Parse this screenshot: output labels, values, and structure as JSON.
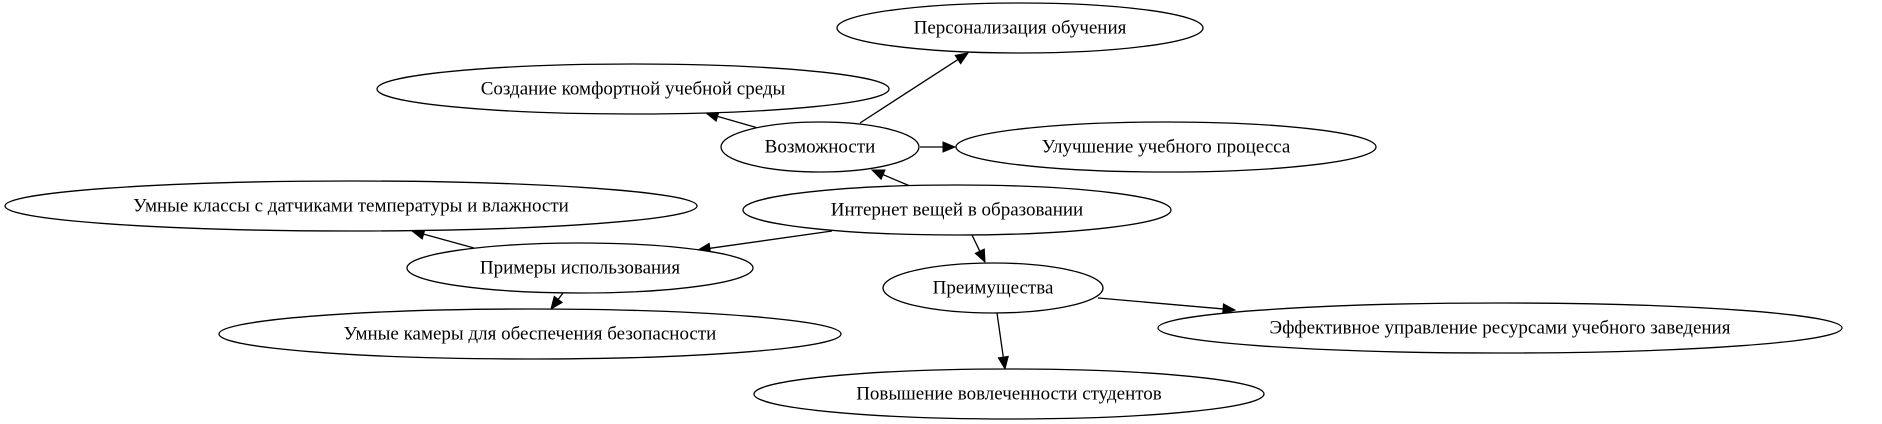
{
  "diagram": {
    "type": "directed-graph",
    "nodes": [
      {
        "id": "iot",
        "label": "Интернет вещей в образовании"
      },
      {
        "id": "opps",
        "label": "Возможности"
      },
      {
        "id": "examples",
        "label": "Примеры использования"
      },
      {
        "id": "benefits",
        "label": "Преимущества"
      },
      {
        "id": "personal",
        "label": "Персонализация обучения"
      },
      {
        "id": "comfort",
        "label": "Создание комфортной учебной среды"
      },
      {
        "id": "improve",
        "label": "Улучшение учебного процесса"
      },
      {
        "id": "smartclass",
        "label": "Умные классы с датчиками температуры и влажности"
      },
      {
        "id": "cameras",
        "label": "Умные камеры для обеспечения безопасности"
      },
      {
        "id": "resources",
        "label": "Эффективное управление ресурсами учебного заведения"
      },
      {
        "id": "engagement",
        "label": "Повышение вовлеченности студентов"
      }
    ],
    "edges": [
      {
        "from": "iot",
        "to": "opps"
      },
      {
        "from": "iot",
        "to": "examples"
      },
      {
        "from": "iot",
        "to": "benefits"
      },
      {
        "from": "opps",
        "to": "personal"
      },
      {
        "from": "opps",
        "to": "comfort"
      },
      {
        "from": "opps",
        "to": "improve"
      },
      {
        "from": "examples",
        "to": "smartclass"
      },
      {
        "from": "examples",
        "to": "cameras"
      },
      {
        "from": "benefits",
        "to": "resources"
      },
      {
        "from": "benefits",
        "to": "engagement"
      }
    ]
  }
}
